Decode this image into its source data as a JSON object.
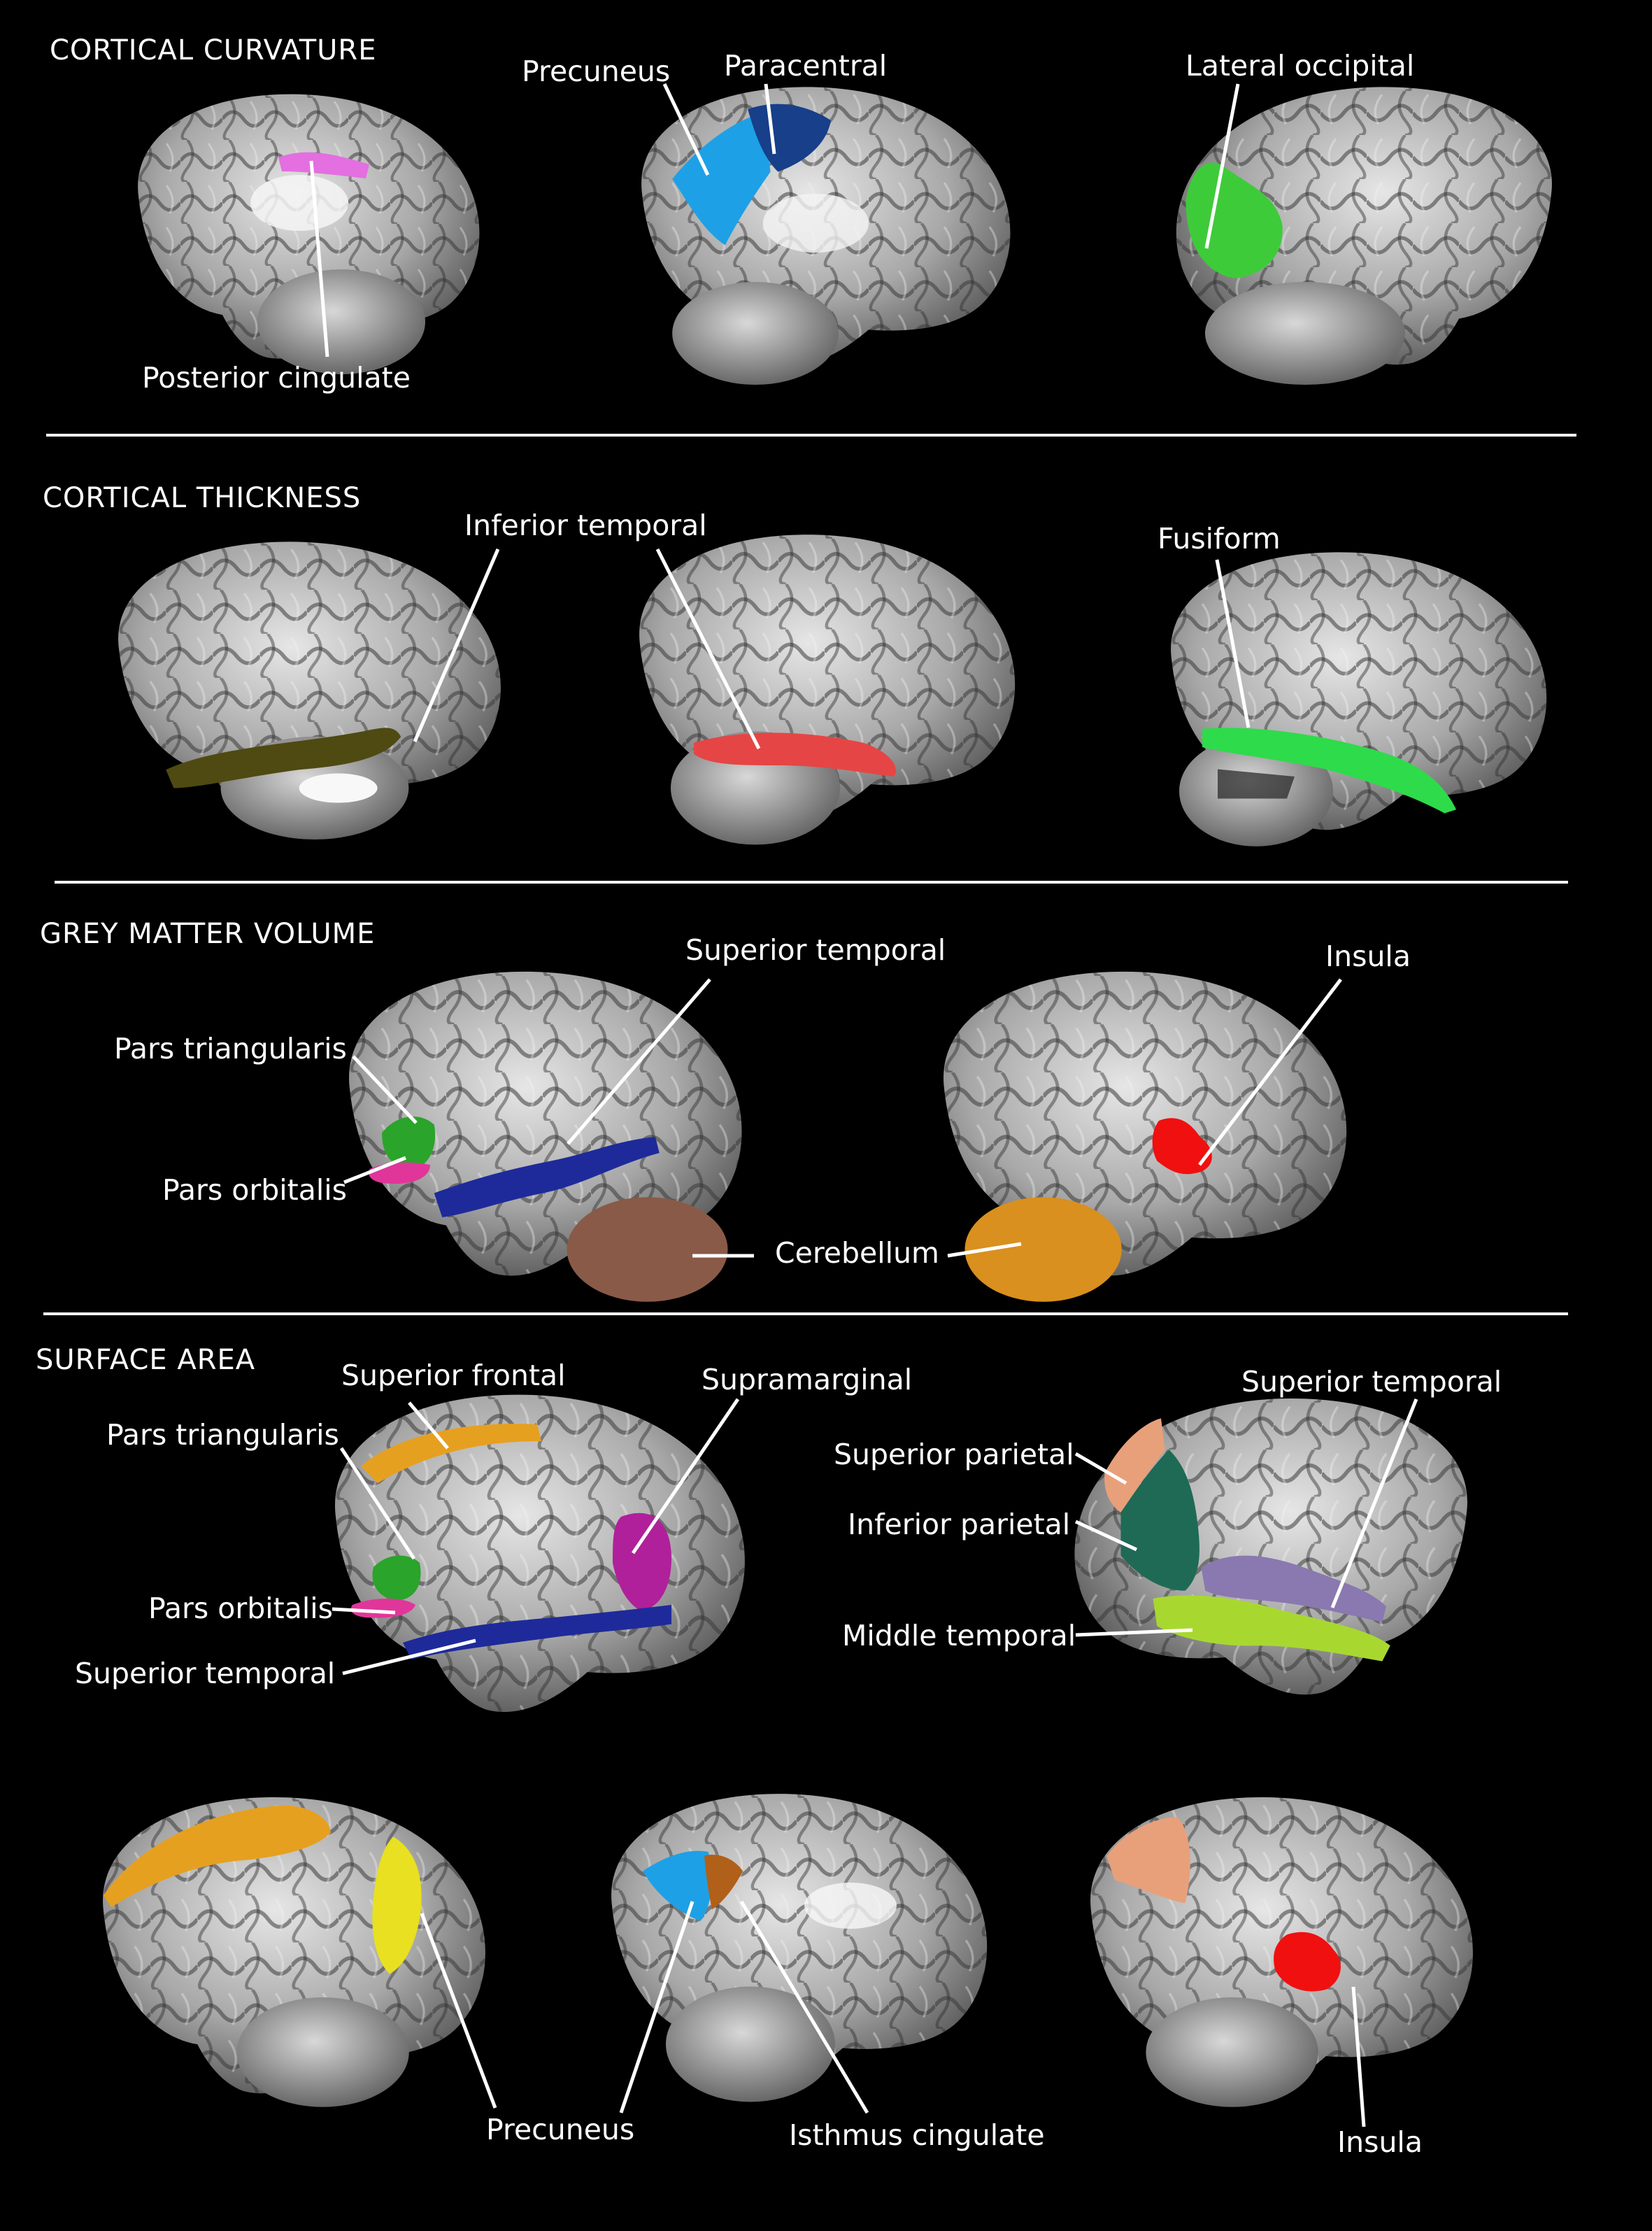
{
  "sections": [
    {
      "title": "CORTICAL CURVATURE",
      "labels": [
        "Posterior cingulate",
        "Precuneus",
        "Paracentral",
        "Lateral occipital"
      ],
      "colors": {
        "posterior_cingulate": "#e36fe0",
        "precuneus": "#1ea0e6",
        "paracentral": "#173f8a",
        "lateral_occipital": "#3ecb3a"
      }
    },
    {
      "title": "CORTICAL THICKNESS",
      "labels": [
        "Inferior temporal",
        "Fusiform"
      ],
      "colors": {
        "inferior_temporal_a": "#4f4a12",
        "inferior_temporal_b": "#e64545",
        "fusiform": "#2edb4b"
      }
    },
    {
      "title": "GREY MATTER VOLUME",
      "labels": [
        "Pars triangularis",
        "Pars orbitalis",
        "Superior temporal",
        "Cerebellum",
        "Insula"
      ],
      "colors": {
        "pars_triangularis": "#2aa42a",
        "pars_orbitalis": "#e0369a",
        "superior_temporal": "#1e2a9a",
        "cerebellum_a": "#8a5a48",
        "cerebellum_b": "#d9901e",
        "insula": "#f01010"
      }
    },
    {
      "title": "SURFACE AREA",
      "labels": [
        "Superior frontal",
        "Pars triangularis",
        "Pars orbitalis",
        "Superior temporal",
        "Supramarginal",
        "Superior temporal",
        "Superior parietal",
        "Inferior parietal",
        "Middle temporal",
        "Precuneus",
        "Isthmus cingulate",
        "Insula"
      ],
      "colors": {
        "superior_frontal": "#e6a020",
        "pars_triangularis": "#2aa42a",
        "pars_orbitalis": "#e0369a",
        "superior_temporal": "#1e2a9a",
        "supramarginal": "#b0209a",
        "superior_temporal_b": "#8a78b0",
        "superior_parietal": "#e8a07a",
        "inferior_parietal": "#1f6a55",
        "middle_temporal": "#a8d830",
        "cuneus": "#e8e020",
        "precuneus": "#1ea0e6",
        "isthmus_cingulate": "#b06018",
        "insula": "#f01010"
      }
    }
  ],
  "background": "#000000",
  "brain_color": "#bdbdbd"
}
